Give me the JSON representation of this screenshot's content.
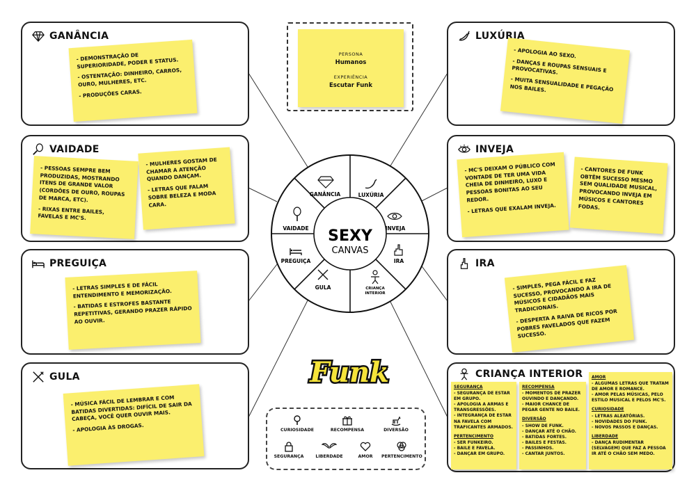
{
  "center": {
    "title": "SEXY",
    "subtitle": "CANVAS"
  },
  "segments": {
    "ganancia": "GANÂNCIA",
    "luxuria": "LUXÚRIA",
    "inveja": "INVEJA",
    "ira": "IRA",
    "crianca_1": "CRIANÇA",
    "crianca_2": "INTERIOR",
    "gula": "GULA",
    "preguica": "PREGUIÇA",
    "vaidade": "VAIDADE"
  },
  "persona": {
    "label": "Persona",
    "value": "Humanos",
    "exp_label": "Experiência",
    "exp_value": "Escutar Funk"
  },
  "logo_text": "Funk",
  "boxes": {
    "ganancia": {
      "title": "GANÂNCIA",
      "icon": "diamond-icon",
      "notes": [
        [
          "- Demonstração de superioridade, poder e status.",
          "- Ostentação: dinheiro, carros, ouro, mulheres, etc.",
          "- Produções caras."
        ]
      ]
    },
    "vaidade": {
      "title": "VAIDADE",
      "icon": "mirror-icon",
      "notes": [
        [
          "- Pessoas sempre bem produzidas, mostrando itens de grande valor (cordões de ouro, roupas de marca, etc).",
          "- Rixas entre bailes, favelas e Mc's."
        ],
        [
          "- Mulheres gostam de chamar a atenção quando dançam.",
          "- Letras que falam sobre beleza e moda cara."
        ]
      ]
    },
    "preguica": {
      "title": "PREGUIÇA",
      "icon": "bed-icon",
      "notes": [
        [
          "- Letras simples e de fácil entendimento e memorização.",
          "- Batidas e estrofes bastante repetitivas, gerando prazer rápido ao ouvir."
        ]
      ]
    },
    "gula": {
      "title": "GULA",
      "icon": "cutlery-icon",
      "notes": [
        [
          "- Música fácil de lembrar e com batidas divertidas: difícil de sair da cabeça, você quer ouvir mais.",
          "- Apologia às drogas."
        ]
      ]
    },
    "luxuria": {
      "title": "LUXÚRIA",
      "icon": "chili-icon",
      "notes": [
        [
          "- Apologia ao sexo.",
          "- Danças e roupas sensuais e provocativas.",
          "- Muita sensualidade e pegação nos bailes."
        ]
      ]
    },
    "inveja": {
      "title": "INVEJA",
      "icon": "eye-icon",
      "notes": [
        [
          "- MC's deixam o público com vontade de ter uma vida cheia de dinheiro, luxo e pessoas bonitas ao seu redor.",
          "- Letras que exalam inveja."
        ],
        [
          "- Cantores de funk obtêm sucesso mesmo sem qualidade musical, provocando inveja em músicos e cantores fodas."
        ]
      ]
    },
    "ira": {
      "title": "IRA",
      "icon": "middle-finger-icon",
      "notes": [
        [
          "- Simples, pega fácil e faz sucesso, provocando a ira de músicos e cidadãos mais tradicionais.",
          "- Desperta a raiva de ricos por pobres favelados que fazem sucesso."
        ]
      ]
    },
    "crianca": {
      "title": "CRIANÇA INTERIOR",
      "icon": "child-icon",
      "col1": [
        {
          "h": "Segurança",
          "lines": [
            "- Segurança de estar em grupo.",
            "- Apologia a armas e transgressões.",
            "- Integrança de estar na favela com traficantes armados."
          ]
        },
        {
          "h": "Pertencimento",
          "lines": [
            "- Ser funkeiro.",
            "- Baile e favela.",
            "- Dançar em grupo."
          ]
        }
      ],
      "col2": [
        {
          "h": "Recompensa",
          "lines": [
            "- Momentos de prazer ouvindo e dançando.",
            "- Maior chance de pegar gente no baile."
          ]
        },
        {
          "h": "Diversão",
          "lines": [
            "- Show de funk.",
            "- Dançar até o chão.",
            "- Batidas fortes.",
            "- Bailes e festas.",
            "- Passinhos.",
            "- Cantar juntos."
          ]
        }
      ],
      "col3": [
        {
          "h": "Amor",
          "lines": [
            "- Algumas letras que tratam de amor e romance.",
            "- Amor pelas músicas, pelo estilo musical e pelos MC's."
          ]
        },
        {
          "h": "Curiosidade",
          "lines": [
            "- Letras aleatórias.",
            "- Novidades do funk.",
            "- Novos passos e danças."
          ]
        },
        {
          "h": "Liberdade",
          "lines": [
            "- Dança rudimentar (selvagem) que faz a pessoa ir até o chão sem medo."
          ]
        }
      ]
    }
  },
  "legend": {
    "curiosidade": "CURIOSIDADE",
    "recompensa": "RECOMPENSA",
    "diversao": "DIVERSÃO",
    "seguranca": "SEGURANÇA",
    "liberdade": "LIBERDADE",
    "amor": "AMOR",
    "pertencimento": "PERTENCIMENTO"
  },
  "colors": {
    "note": "#fbef6e",
    "ink": "#111111",
    "logo": "#f5e33a"
  }
}
